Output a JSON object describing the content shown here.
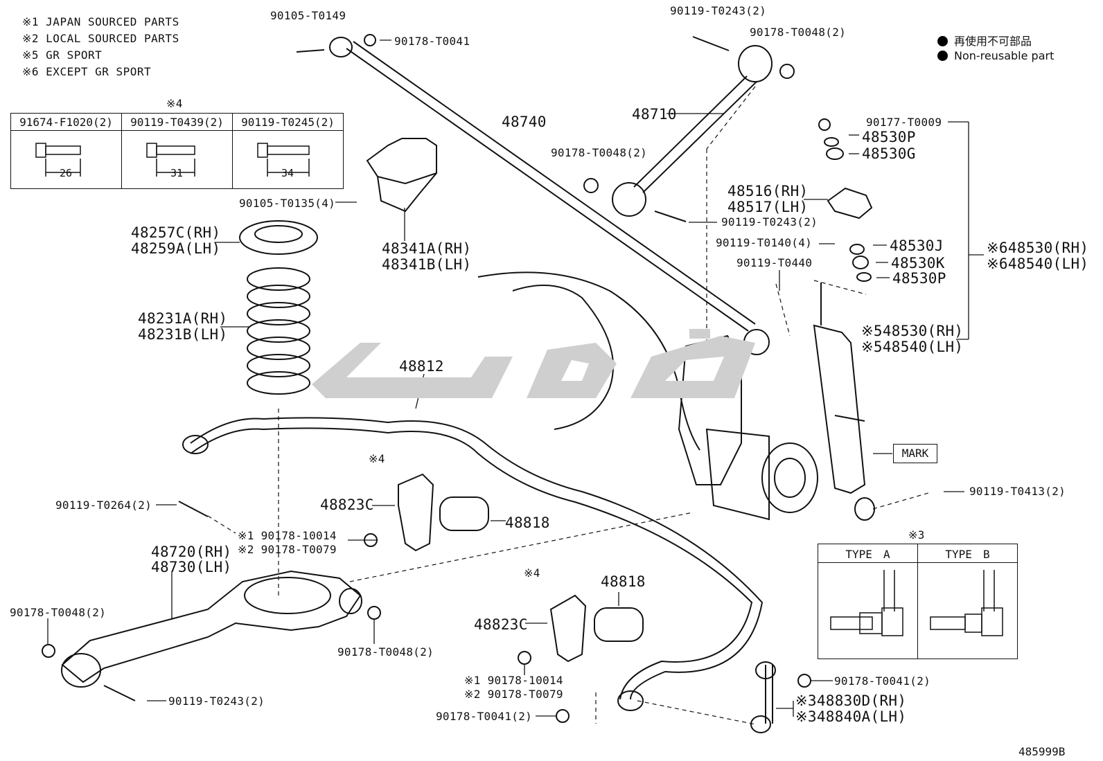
{
  "notes": [
    "※1 JAPAN SOURCED PARTS",
    "※2 LOCAL SOURCED PARTS",
    "※5 GR SPORT",
    "※6 EXCEPT GR SPORT"
  ],
  "legend": {
    "jp": "再使用不可部品",
    "en": "Non-reusable part"
  },
  "bolt_table": {
    "mark": "※4",
    "columns": [
      {
        "part": "91674-F1020(2)",
        "dim": "26"
      },
      {
        "part": "90119-T0439(2)",
        "dim": "31"
      },
      {
        "part": "90119-T0245(2)",
        "dim": "34"
      }
    ]
  },
  "type_table": {
    "mark": "※3",
    "columns": [
      "TYPE　A",
      "TYPE　B"
    ]
  },
  "labels": {
    "p90105_T0149": "90105-T0149",
    "p90178_T0041_top": "90178-T0041",
    "p90119_T0243_top": "90119-T0243(2)",
    "p90178_T0048_top": "90178-T0048(2)",
    "p48740": "48740",
    "p48710": "48710",
    "p90178_T0048_mid": "90178-T0048(2)",
    "p90177_T0009": "90177-T0009",
    "p48530P_top": "48530P",
    "p48530G": "48530G",
    "p48516": "48516(RH)",
    "p48517": "48517(LH)",
    "p90119_T0243_mid": "90119-T0243(2)",
    "p90119_T0140": "90119-T0140(4)",
    "p48530J": "48530J",
    "p48530K": "48530K",
    "p48530P_bot": "48530P",
    "p90119_T0440": "90119-T0440",
    "p48530_6": "※648530(RH)",
    "p48540_6": "※648540(LH)",
    "p48530_5": "※548530(RH)",
    "p48540_5": "※548540(LH)",
    "p90105_T0135": "90105-T0135(4)",
    "p48341A": "48341A(RH)",
    "p48341B": "48341B(LH)",
    "p48257C": "48257C(RH)",
    "p48259A": "48259A(LH)",
    "p48231A": "48231A(RH)",
    "p48231B": "48231B(LH)",
    "p48812": "48812",
    "p_mark": "MARK",
    "p90119_T0413": "90119-T0413(2)",
    "p_s4_a": "※4",
    "p48823C_a": "48823C",
    "p48818_a": "48818",
    "p90119_T0264": "90119-T0264(2)",
    "p90178_10014_a": "※1 90178-10014",
    "p90178_T0079_a": "※2 90178-T0079",
    "p48720": "48720(RH)",
    "p48730": "48730(LH)",
    "p90178_T0048_left": "90178-T0048(2)",
    "p90178_T0048_arm": "90178-T0048(2)",
    "p90119_T0243_bot": "90119-T0243(2)",
    "p_s4_b": "※4",
    "p48818_b": "48818",
    "p48823C_b": "48823C",
    "p90178_10014_b": "※1 90178-10014",
    "p90178_T0079_b": "※2 90178-T0079",
    "p90178_T0041_bot": "90178-T0041(2)",
    "p90178_T0041_right": "90178-T0041(2)",
    "p48830D": "※348830D(RH)",
    "p48840A": "※348840A(LH)"
  },
  "figure_number": "485999B"
}
